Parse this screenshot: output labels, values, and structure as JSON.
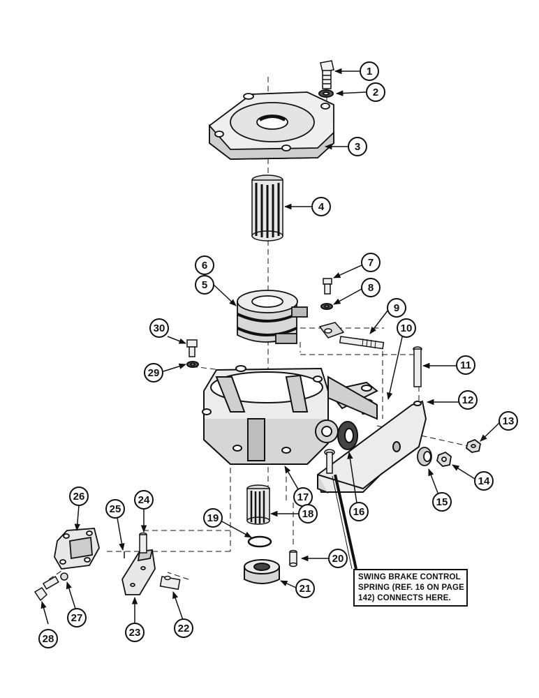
{
  "callouts": [
    "1",
    "2",
    "3",
    "4",
    "5",
    "6",
    "7",
    "8",
    "9",
    "10",
    "11",
    "12",
    "13",
    "14",
    "15",
    "16",
    "17",
    "18",
    "19",
    "20",
    "21",
    "22",
    "23",
    "24",
    "25",
    "26",
    "27",
    "28",
    "29",
    "30"
  ],
  "note": {
    "line1": "SWING BRAKE CONTROL",
    "line2": "SPRING (REF. 16 ON PAGE",
    "line3": "142) CONNECTS HERE."
  },
  "colors": {
    "ink": "#111111",
    "paper": "#ffffff",
    "part_fill": "#f2f2f2",
    "shade": "#bdbdbd"
  }
}
